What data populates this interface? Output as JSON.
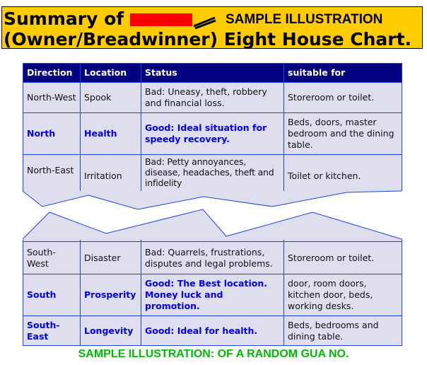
{
  "header": {
    "title_prefix": "Summary of",
    "title_line2_a": "(Owner/Breadwinner)",
    "title_line2_b": "Eight House Chart.",
    "sample": "SAMPLE ILLUSTRATION"
  },
  "table": {
    "columns": [
      "Direction",
      "Location",
      "Status",
      "suitable for"
    ],
    "rows": [
      {
        "direction": "North-West",
        "location": "Spook",
        "status": "Bad: Uneasy, theft, robbery and financial loss.",
        "suitable": "Storeroom or toilet."
      },
      {
        "direction": "North",
        "location": "Health",
        "status": "Good: Ideal situation for speedy recovery.",
        "suitable": "Beds, doors, master bedroom and the dining table."
      },
      {
        "direction": "North-East",
        "location": "Irritation",
        "status": "Bad: Petty annoyances, disease, headaches, theft and infidelity",
        "suitable": "Toilet or kitchen."
      },
      {
        "direction": "South-West",
        "location": "Disaster",
        "status": "Bad: Quarrels, frustrations, disputes and legal problems.",
        "suitable": "Storeroom or toilet."
      },
      {
        "direction": "South",
        "location": "Prosperity",
        "status": "Good: The Best location. Money luck and promotion.",
        "suitable": "door, room doors, kitchen door, beds, working desks."
      },
      {
        "direction": "South-East",
        "location": "Longevity",
        "status": "Good: Ideal for health.",
        "suitable": "Beds, bedrooms and dining table."
      }
    ]
  },
  "footer": "SAMPLE ILLUSTRATION: OF A RANDOM GUA NO."
}
